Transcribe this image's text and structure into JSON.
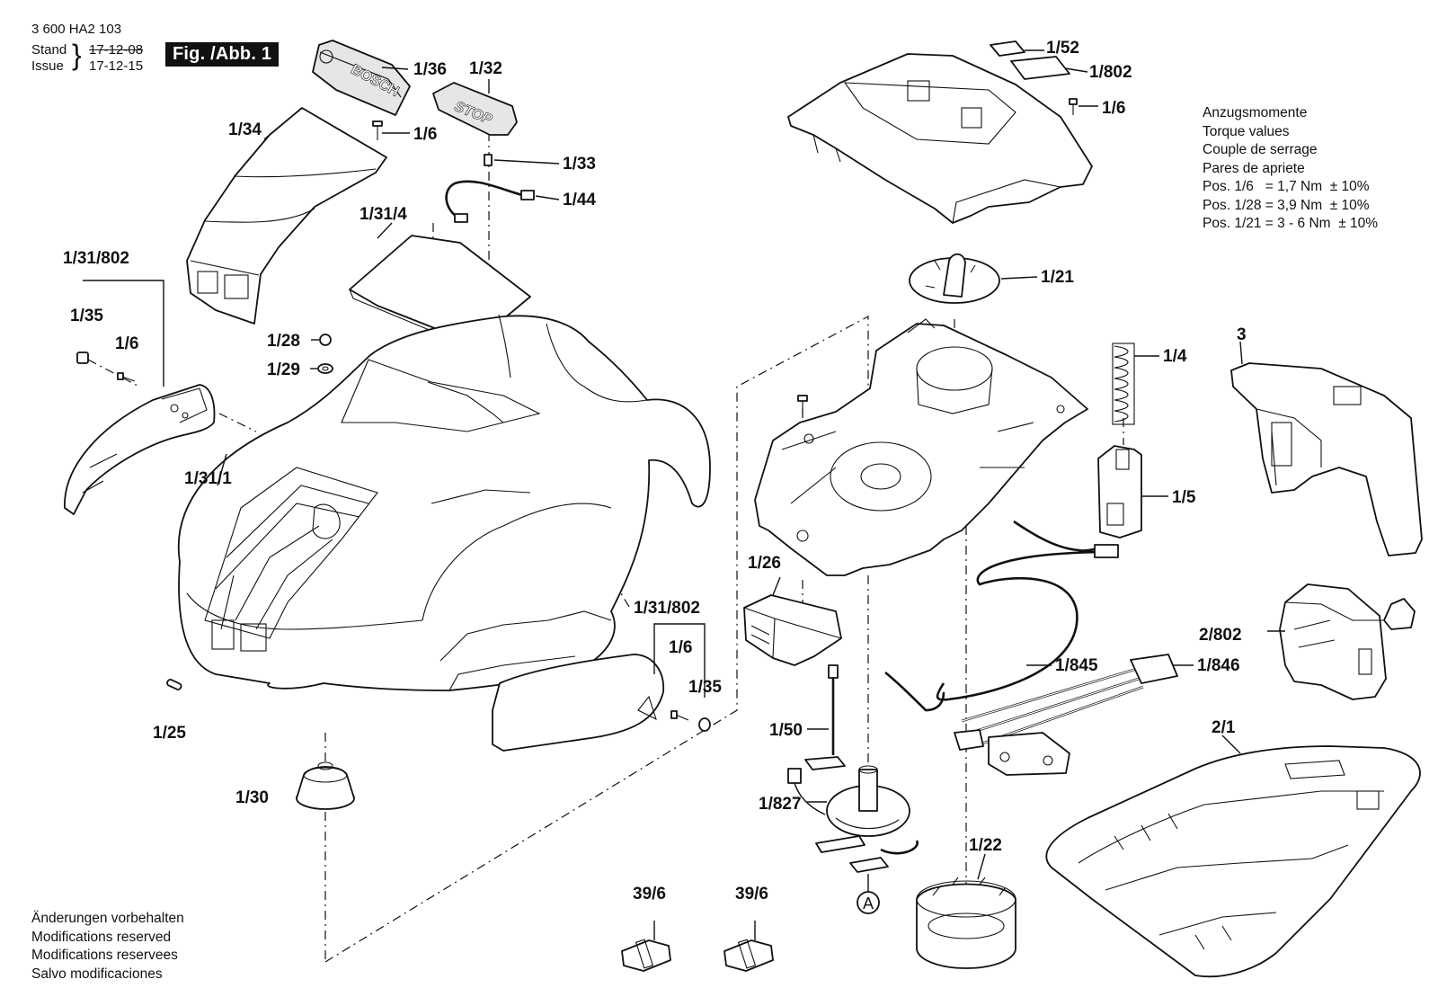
{
  "header": {
    "doc_number": "3 600 HA2 103",
    "stand_label": "Stand",
    "issue_label": "Issue",
    "stand_date": "17-12-08",
    "issue_date": "17-12-15",
    "figure_label": "Fig. /Abb. 1"
  },
  "torque": {
    "lines": [
      "Anzugsmomente",
      "Torque values",
      "Couple de serrage",
      "Pares de apriete",
      "Pos. 1/6   = 1,7 Nm  ± 10%",
      "Pos. 1/28 = 3,9 Nm  ± 10%",
      "Pos. 1/21 = 3 - 6 Nm  ± 10%"
    ]
  },
  "notes": {
    "lines": [
      "Änderungen vorbehalten",
      "Modifications reserved",
      "Modifications reservees",
      "Salvo modificaciones"
    ]
  },
  "part_labels": [
    "1/36",
    "1/32",
    "1/6",
    "1/34",
    "1/33",
    "1/44",
    "1/31/4",
    "1/31/802",
    "1/35",
    "1/6",
    "1/28",
    "1/29",
    "1/31/1",
    "1/25",
    "1/30",
    "1/31/802",
    "1/6",
    "1/35",
    "1/52",
    "1/802",
    "1/6",
    "1/21",
    "1/4",
    "3",
    "1/5",
    "1/26",
    "1/50",
    "1/827",
    "1/845",
    "1/846",
    "2/802",
    "2/1",
    "1/22",
    "39/6",
    "39/6",
    "A"
  ],
  "embossed_text": {
    "cover_logo": "BOSCH",
    "stop_button": "STOP"
  }
}
